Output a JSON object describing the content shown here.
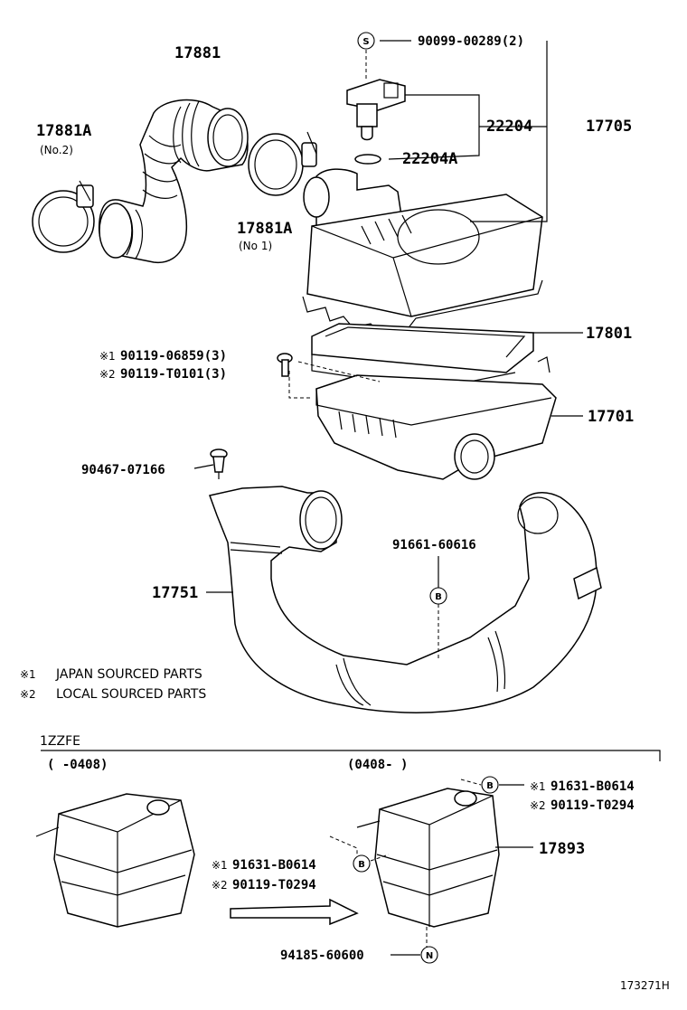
{
  "labels": {
    "p17881": "17881",
    "p17881A_top": "17881A",
    "no2": "(No.2)",
    "p17881A_mid": "17881A",
    "no1": "(No 1)",
    "p90099": "90099-00289(2)",
    "p22204": "22204",
    "p22204A": "22204A",
    "p17705": "17705",
    "p17801": "17801",
    "p90119_06859": "90119-06859(3)",
    "p90119_T0101": "90119-T0101(3)",
    "p17701": "17701",
    "p90467": "90467-07166",
    "p91661": "91661-60616",
    "p17751": "17751",
    "p91631_right": "91631-B0614",
    "p90119_T0294_right": "90119-T0294",
    "p17893": "17893",
    "p91631_left": "91631-B0614",
    "p90119_T0294_left": "90119-T0294",
    "p94185": "94185-60600",
    "ref": "173271H"
  },
  "markers": {
    "m1": "※1",
    "m2": "※2",
    "circle_s": "S",
    "circle_b": "B",
    "circle_n": "N"
  },
  "notes": {
    "note1_marker": "※1",
    "note1_text": "JAPAN SOURCED PARTS",
    "note2_marker": "※2",
    "note2_text": "LOCAL SOURCED PARTS"
  },
  "variant": {
    "engine": "1ZZFE",
    "range_left": "(     -0408)",
    "range_right": "(0408-      )"
  }
}
